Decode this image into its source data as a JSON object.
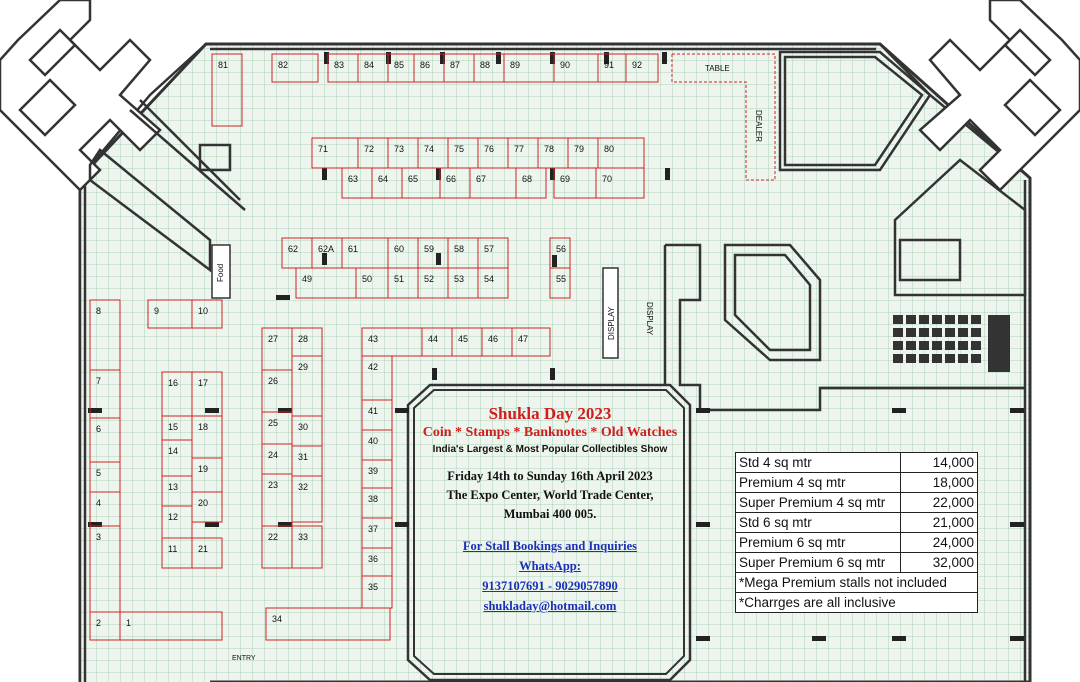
{
  "event": {
    "title": "Shukla Day 2023",
    "subtitle": "Coin * Stamps * Banknotes * Old Watches",
    "tagline": "India's Largest & Most Popular Collectibles Show",
    "dates": "Friday 14th to Sunday 16th April 2023",
    "venue_line1": "The Expo Center, World Trade Center,",
    "venue_line2": "Mumbai 400 005.",
    "booking_label": "For Stall Bookings and Inquiries",
    "whatsapp_label": "WhatsApp:",
    "phones": "9137107691 - 9029057890",
    "email": "shukladay@hotmail.com"
  },
  "pricing": {
    "rows": [
      {
        "type": "Std 4 sq mtr",
        "price": "14,000"
      },
      {
        "type": "Premium 4 sq mtr",
        "price": "18,000"
      },
      {
        "type": "Super Premium 4 sq mtr",
        "price": "22,000"
      },
      {
        "type": "Std 6 sq mtr",
        "price": "21,000"
      },
      {
        "type": "Premium 6 sq mtr",
        "price": "24,000"
      },
      {
        "type": "Super Premium 6 sq mtr",
        "price": "32,000"
      }
    ],
    "note1": "*Mega Premium stalls not included",
    "note2": "*Charrges are all inclusive"
  },
  "map_labels": {
    "table": "TABLE",
    "dealer": "DEALER",
    "food": "Food",
    "display1": "DISPLAY",
    "display2": "DISPLAY",
    "entry": "ENTRY"
  },
  "stalls": [
    "1",
    "2",
    "3",
    "4",
    "5",
    "6",
    "7",
    "8",
    "9",
    "10",
    "11",
    "12",
    "13",
    "14",
    "15",
    "16",
    "17",
    "18",
    "19",
    "20",
    "21",
    "22",
    "23",
    "24",
    "25",
    "26",
    "27",
    "28",
    "29",
    "30",
    "31",
    "32",
    "33",
    "34",
    "35",
    "36",
    "37",
    "38",
    "39",
    "40",
    "41",
    "42",
    "43",
    "44",
    "45",
    "46",
    "47",
    "49",
    "50",
    "51",
    "52",
    "53",
    "54",
    "55",
    "56",
    "57",
    "58",
    "59",
    "60",
    "61",
    "62",
    "62A",
    "63",
    "64",
    "65",
    "66",
    "67",
    "68",
    "69",
    "70",
    "71",
    "72",
    "73",
    "74",
    "75",
    "76",
    "77",
    "78",
    "79",
    "80",
    "81",
    "82",
    "83",
    "84",
    "85",
    "86",
    "87",
    "88",
    "89",
    "90",
    "91",
    "92"
  ],
  "colors": {
    "grid": "#9fc9ad",
    "floor": "#eef5ee",
    "wall": "#333333",
    "stall_border": "#cc2222",
    "title_red": "#d21d1d",
    "link_blue": "#1a2fb8"
  }
}
